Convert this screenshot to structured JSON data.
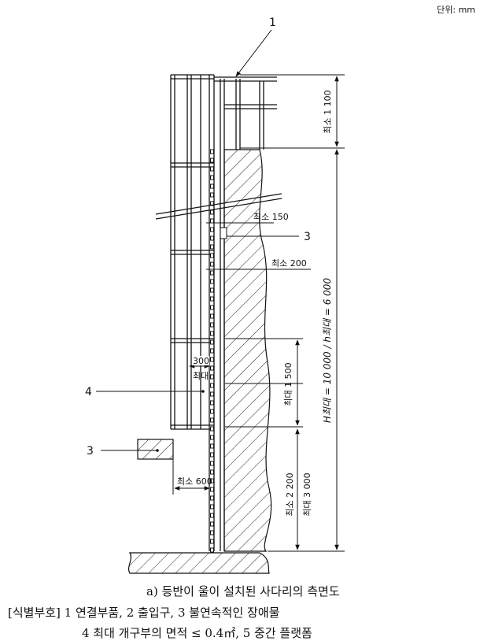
{
  "unit_label": "단위: mm",
  "callouts": {
    "c1": "1",
    "c3a": "3",
    "c4": "4",
    "c3b": "3"
  },
  "dims": {
    "top_min": "최소 1 100",
    "min150": "최소 150",
    "min200": "최소 200",
    "max300_num": "300",
    "max300_word": "최대",
    "max1500": "최대 1 500",
    "min600": "최소 600",
    "min2200": "최소 2 200",
    "max3000": "최대 3 000",
    "height": "H최대 = 10 000 / h최대 = 6 000"
  },
  "caption": {
    "title": "a) 등반이 울이 설치된 사다리의 측면도",
    "legend_line1": "[식별부호] 1 연결부품, 2 출입구, 3 불연속적인 장애물",
    "legend_line2": "4 최대 개구부의 면적 ≤ 0.4㎡, 5 중간 플랫폼"
  }
}
